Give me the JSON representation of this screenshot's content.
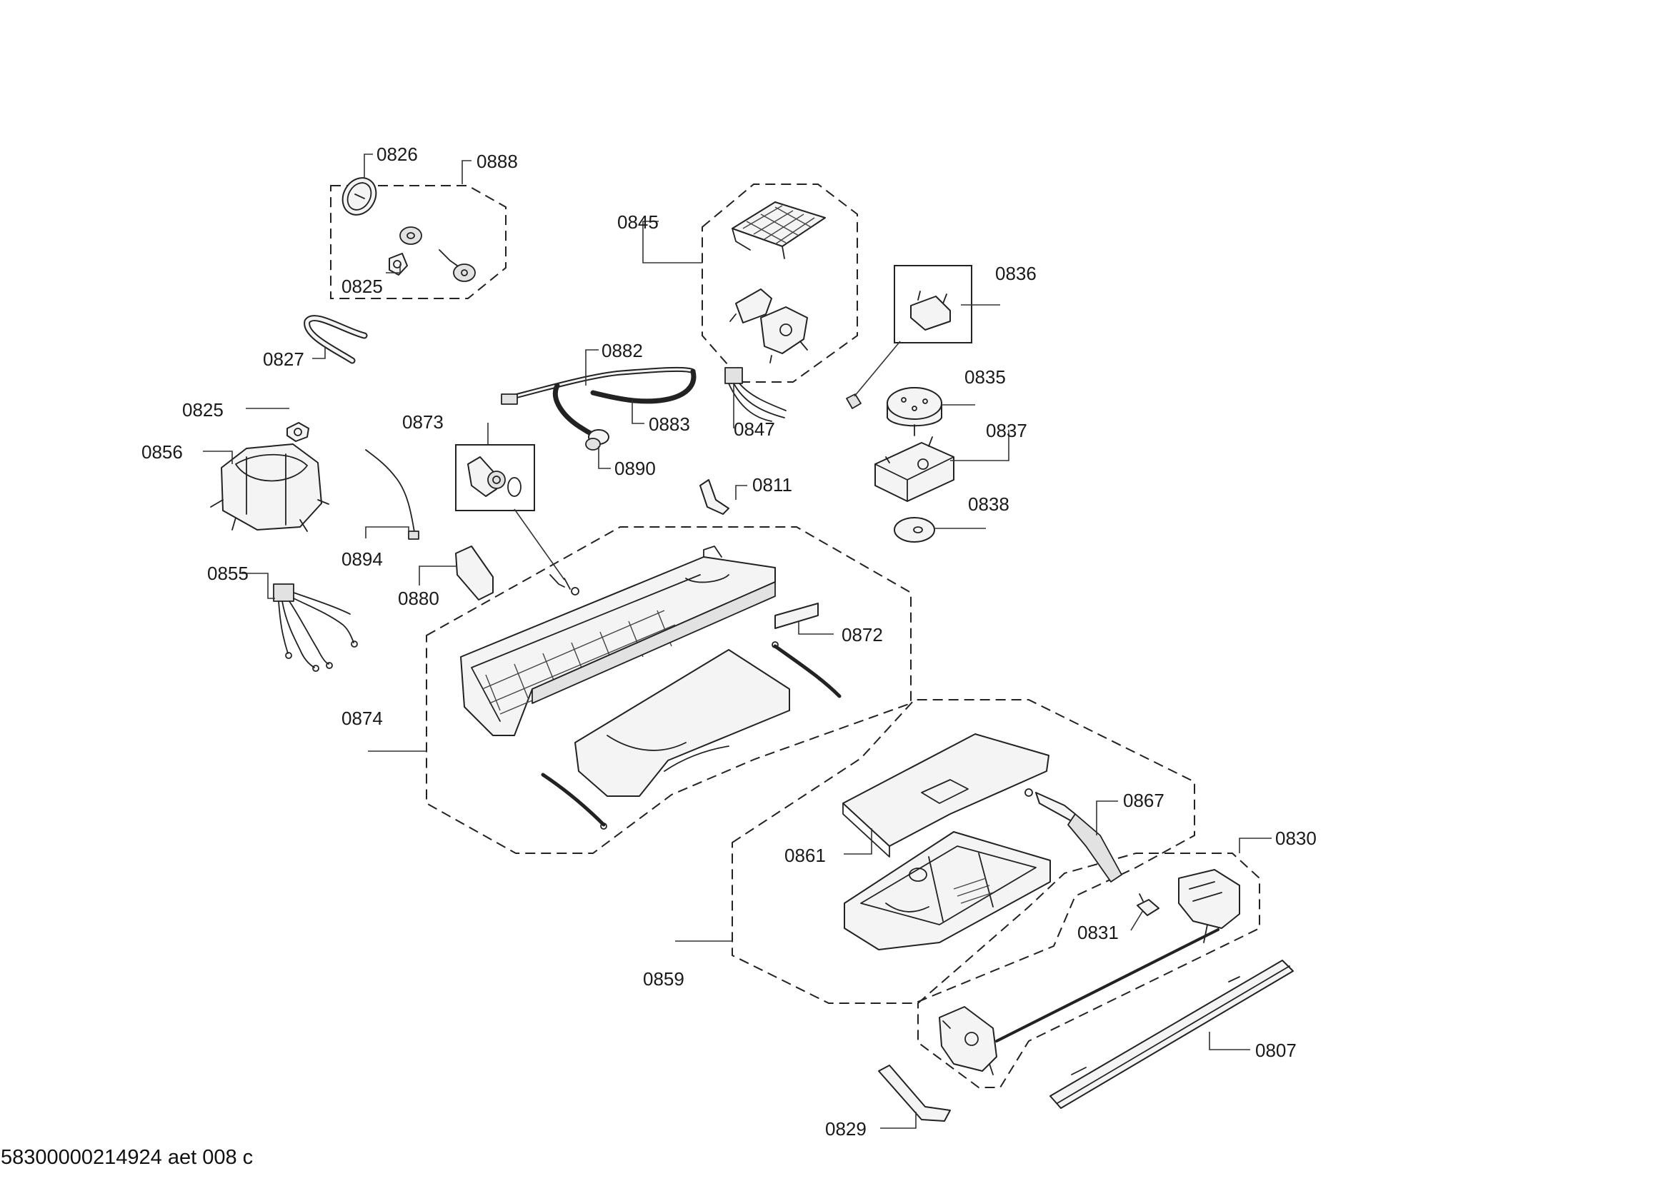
{
  "labels": {
    "p0826": "0826",
    "p0888": "0888",
    "p0825a": "0825",
    "p0827": "0827",
    "p0825b": "0825",
    "p0856": "0856",
    "p0894": "0894",
    "p0855": "0855",
    "p0873": "0873",
    "p0880": "0880",
    "p0882": "0882",
    "p0883": "0883",
    "p0890": "0890",
    "p0845": "0845",
    "p0847": "0847",
    "p0836": "0836",
    "p0835": "0835",
    "p0837": "0837",
    "p0838": "0838",
    "p0811": "0811",
    "p0872": "0872",
    "p0874": "0874",
    "p0861": "0861",
    "p0867": "0867",
    "p0859": "0859",
    "p0830": "0830",
    "p0831": "0831",
    "p0807": "0807",
    "p0829": "0829"
  },
  "footer": {
    "document_code": "58300000214924 aet 008 c"
  }
}
